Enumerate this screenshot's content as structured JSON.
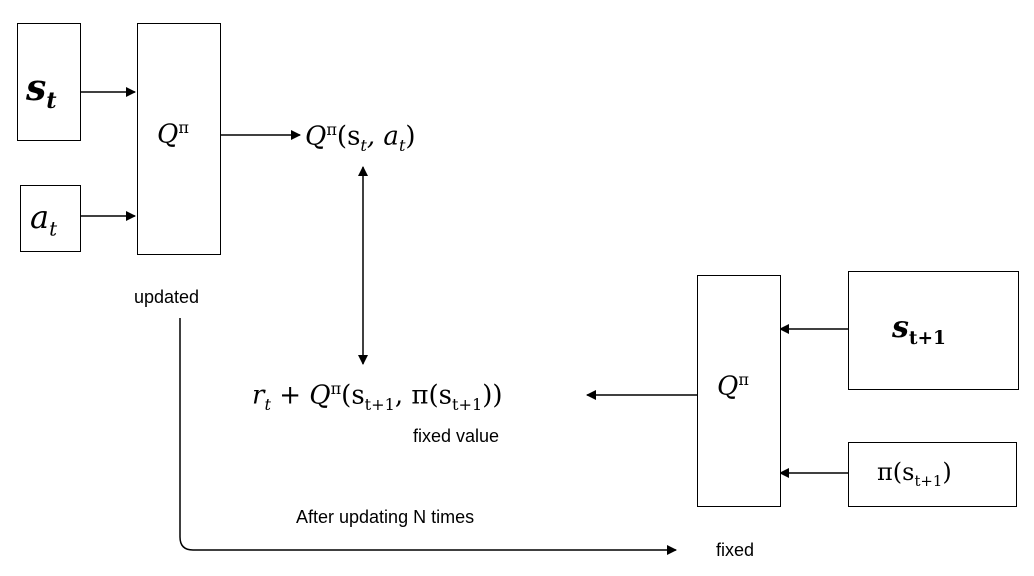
{
  "nodes": {
    "state_input": {
      "base": "s",
      "sub": "t"
    },
    "action_input": {
      "base": "a",
      "sub": "t"
    },
    "updated_network": {
      "base": "Q",
      "sup": "π"
    },
    "updated_output": {
      "q": "Q",
      "pi": "π",
      "args": "(s",
      "sub1": "t",
      "comma": ", a",
      "sub2": "t",
      "close": ")"
    },
    "target_expr": {
      "r": "r",
      "r_sub": "t",
      "plus": "+",
      "q": "Q",
      "pi": "π",
      "open": "(s",
      "s_sub": "t+1",
      "mid": ", π(s",
      "s2_sub": "t+1",
      "close": "))"
    },
    "fixed_network": {
      "base": "Q",
      "sup": "π"
    },
    "next_state_input": {
      "base": "s",
      "sub": "t+1"
    },
    "next_policy_input": {
      "pre": "π(s",
      "sub": "t+1",
      "post": ")"
    }
  },
  "labels": {
    "updated": "updated",
    "fixed_value": "fixed value",
    "after_updating": "After updating N times",
    "fixed": "fixed"
  }
}
